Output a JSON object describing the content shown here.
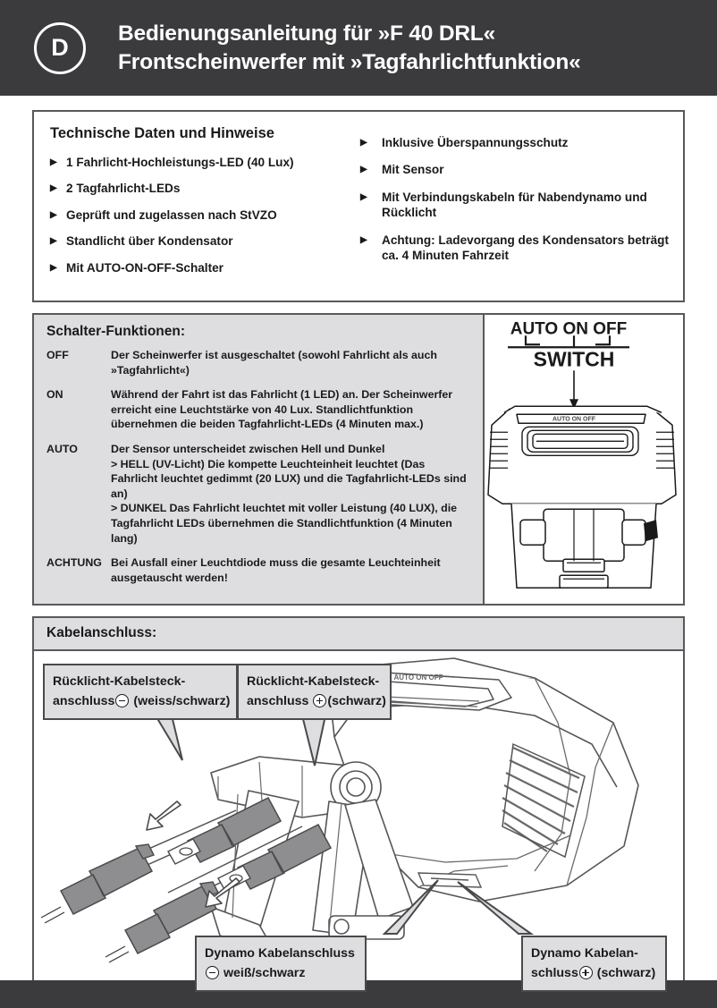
{
  "header": {
    "country_code": "D",
    "title_line1": "Bedienungsanleitung für »F 40 DRL«",
    "title_line2": "Frontscheinwerfer mit »Tagfahrlichtfunktion«"
  },
  "tech_section": {
    "title": "Technische Daten und Hinweise",
    "bullet_glyph": "▶",
    "left_items": [
      "1 Fahrlicht-Hochleistungs-LED (40 Lux)",
      "2 Tagfahrlicht-LEDs",
      "Geprüft und zugelassen nach StVZO",
      "Standlicht über Kondensator",
      "Mit AUTO-ON-OFF-Schalter"
    ],
    "right_items": [
      "Inklusive Überspannungsschutz",
      "Mit Sensor",
      "Mit Verbindungskabeln für Nabendynamo und Rücklicht",
      "Achtung: Ladevorgang des Kondensators beträgt ca. 4 Minuten Fahrzeit"
    ]
  },
  "switch_section": {
    "title": "Schalter-Funktionen:",
    "rows": [
      {
        "key": "OFF",
        "text": "Der Scheinwerfer ist ausgeschaltet (sowohl Fahrlicht als auch »Tagfahrlicht«)"
      },
      {
        "key": "ON",
        "text": "Während der Fahrt ist das Fahrlicht (1 LED) an. Der Scheinwerfer erreicht eine Leuchtstärke von 40 Lux. Standlichtfunktion übernehmen die beiden Tagfahrlicht-LEDs (4 Minuten max.)"
      },
      {
        "key": "AUTO",
        "text": "Der Sensor unterscheidet zwischen Hell und Dunkel",
        "line_hell_label": "> HELL (UV-Licht)",
        "line_hell_text": " Die kompette Leuchteinheit leuchtet (Das Fahrlicht leuchtet gedimmt (20 LUX) und die Tagfahrlicht-LEDs sind an)",
        "line_dunkel_label": "> DUNKEL",
        "line_dunkel_text": " Das Fahrlicht leuchtet mit voller Leistung (40 LUX), die Tagfahrlicht LEDs übernehmen die Standlichtfunktion (4 Minuten lang)"
      },
      {
        "key": "ACHTUNG",
        "text": "Bei Ausfall einer Leuchtdiode muss die gesamte Leuchteinheit ausgetauscht werden!"
      }
    ],
    "diagram": {
      "label_top": "AUTO ON OFF",
      "label_bottom": "SWITCH",
      "housing_label": "AUTO ON OFF"
    }
  },
  "cable_section": {
    "title": "Kabelanschluss:",
    "housing_label": "AUTO ON OFF",
    "callouts": {
      "rear_minus_line1": "Rücklicht-Kabelsteck-",
      "rear_minus_line2_a": "anschluss",
      "rear_minus_line2_b": "(weiss/schwarz)",
      "rear_plus_line1": "Rücklicht-Kabelsteck-",
      "rear_plus_line2_a": "anschluss",
      "rear_plus_line2_b": "(schwarz)",
      "dynamo_minus_line1": "Dynamo Kabelanschluss",
      "dynamo_minus_line2": "weiß/schwarz",
      "dynamo_plus_line1": "Dynamo Kabelan-",
      "dynamo_plus_line2_a": "schluss",
      "dynamo_plus_line2_b": "(schwarz)"
    }
  },
  "colors": {
    "header_bar": "#3b3a3c",
    "panel_gray": "#dedee0",
    "border": "#59585a",
    "text": "#1a1a1a",
    "connector_gray": "#8e8e90"
  }
}
